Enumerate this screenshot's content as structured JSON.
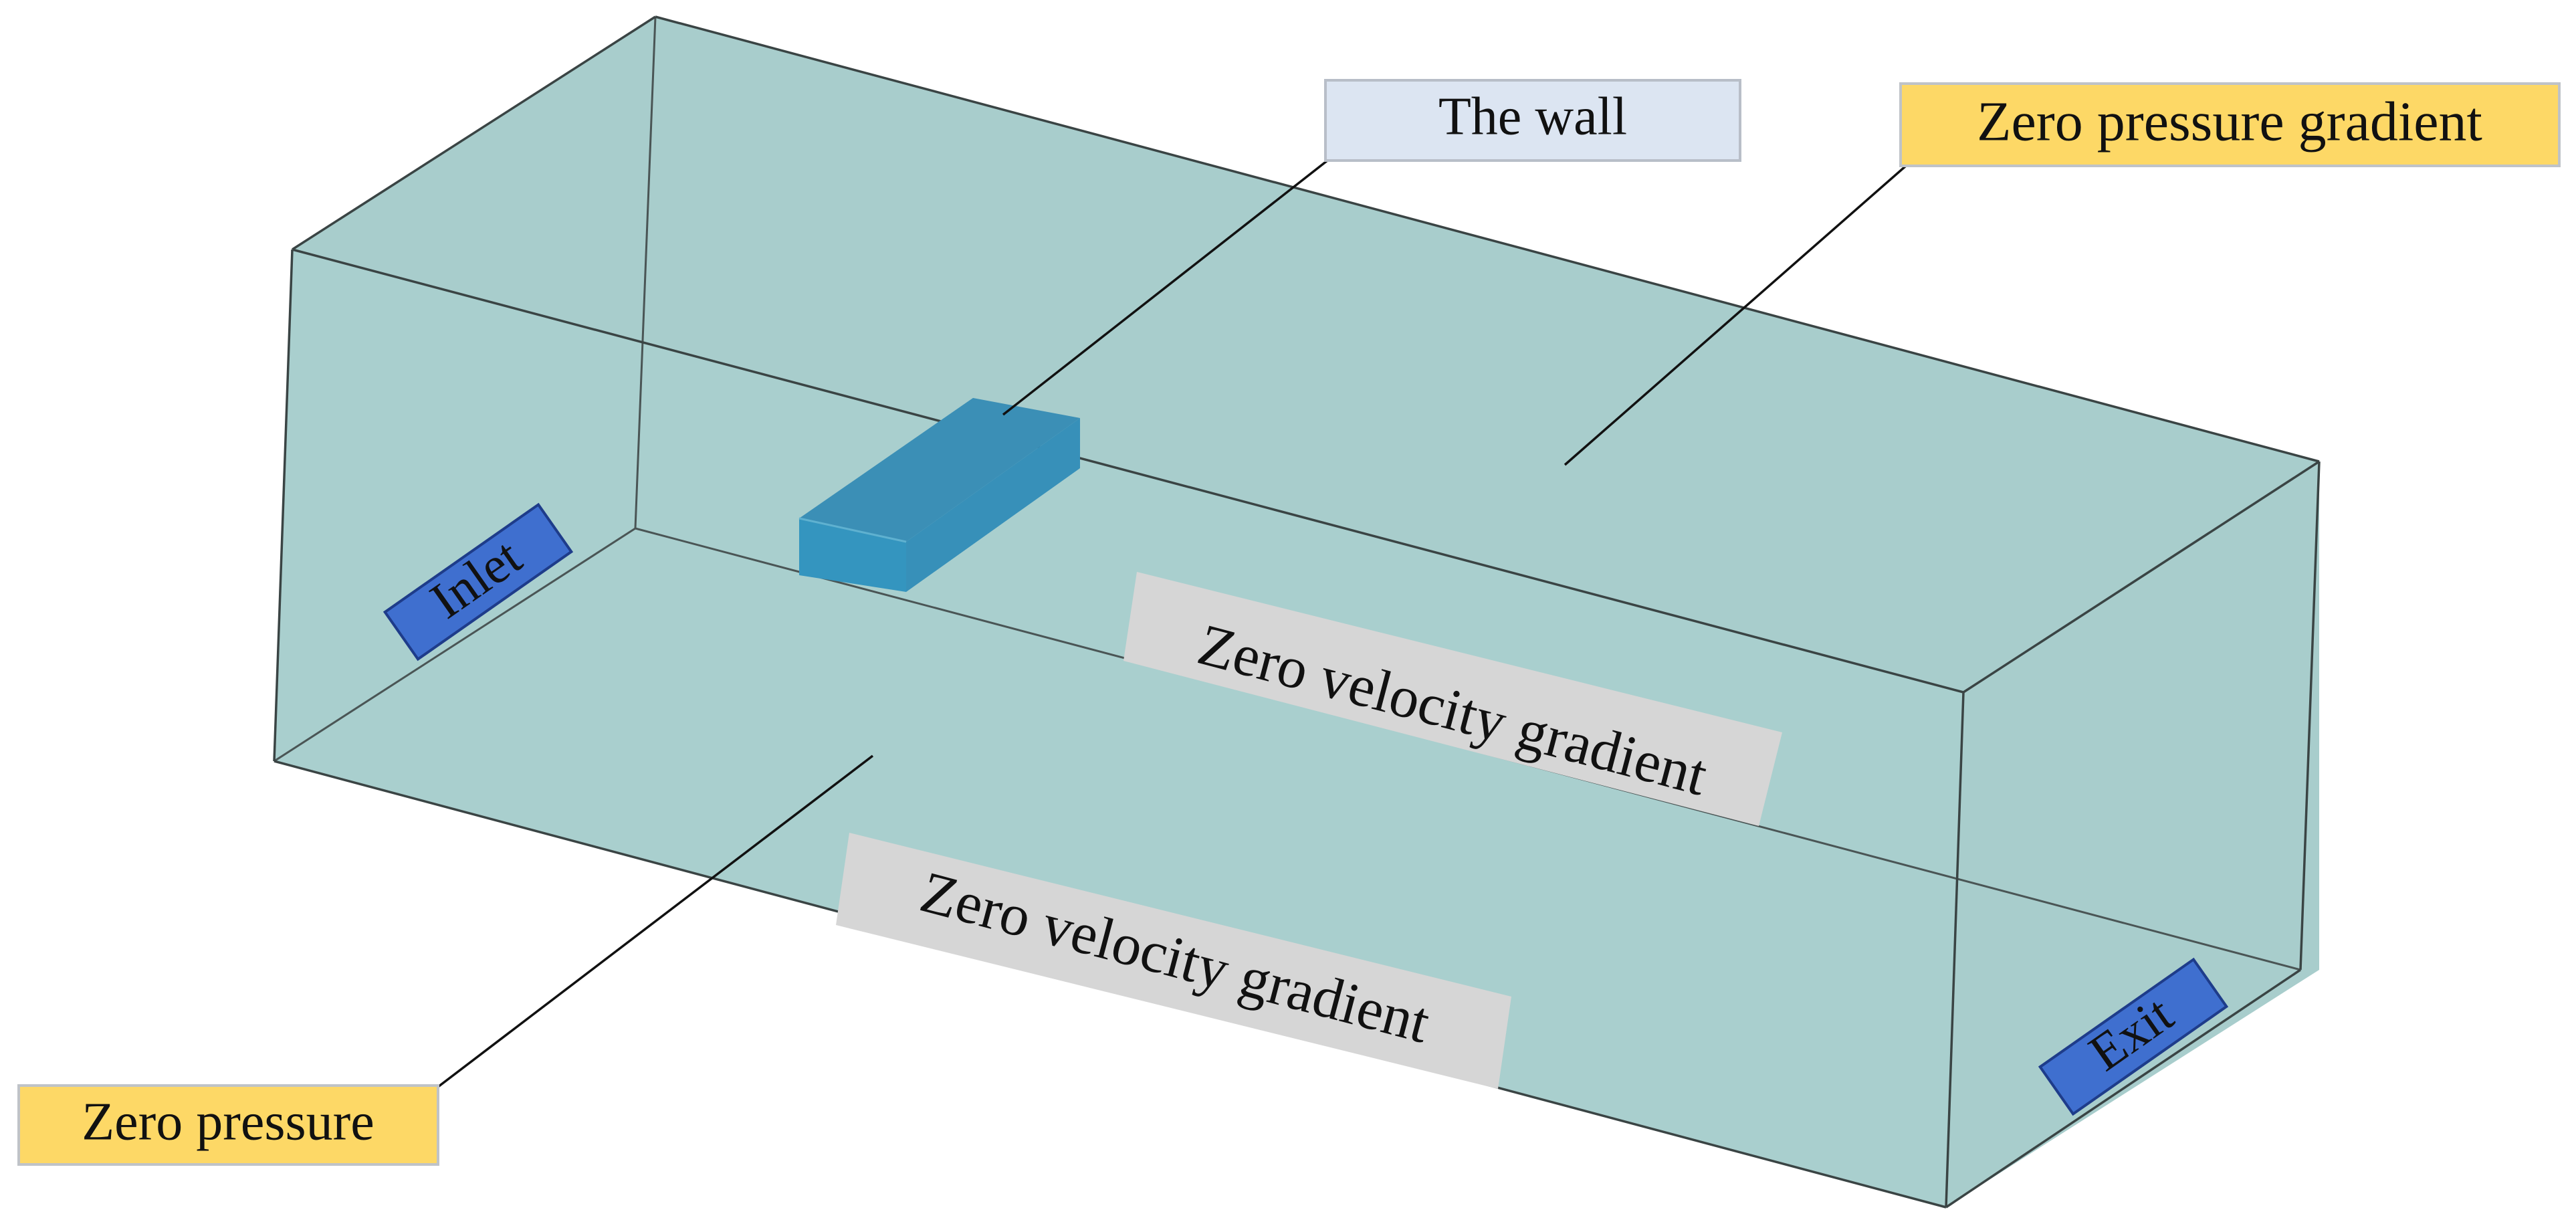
{
  "colors": {
    "domain_fill": "#a8cdcc",
    "domain_edge": "#3a4444",
    "obstacle_fill": "#3a92b8",
    "callout_yellow": "#fdd866",
    "callout_blue_light": "#dce5f2",
    "patch_grey": "#d6d6d6",
    "tag_blue": "#3f6fcf",
    "leader_line": "#111111"
  },
  "labels": {
    "wall": "The wall",
    "top_boundary": "Zero pressure gradient",
    "back_boundary": "Zero velocity gradient",
    "front_boundary": "Zero velocity gradient",
    "bottom_boundary": "Zero pressure",
    "inlet": "Inlet",
    "exit": "Exit"
  }
}
